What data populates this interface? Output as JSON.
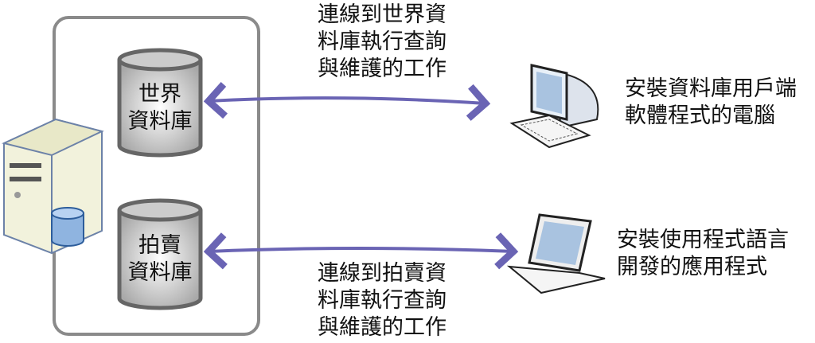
{
  "top_action": [
    "連線到世界資",
    "料庫執行查詢",
    "與維護的工作"
  ],
  "bottom_action": [
    "連線到拍賣資",
    "料庫執行查詢",
    "與維護的工作"
  ],
  "db_world": [
    "世界",
    "資料庫"
  ],
  "db_auction": [
    "拍賣",
    "資料庫"
  ],
  "desktop_label": [
    "安裝資料庫用戶端",
    "軟體程式的電腦"
  ],
  "laptop_label": [
    "安裝使用程式語言",
    "開發的應用程式"
  ],
  "colors": {
    "arrow": "#6a64b4",
    "frame": "#8a8a8a"
  }
}
